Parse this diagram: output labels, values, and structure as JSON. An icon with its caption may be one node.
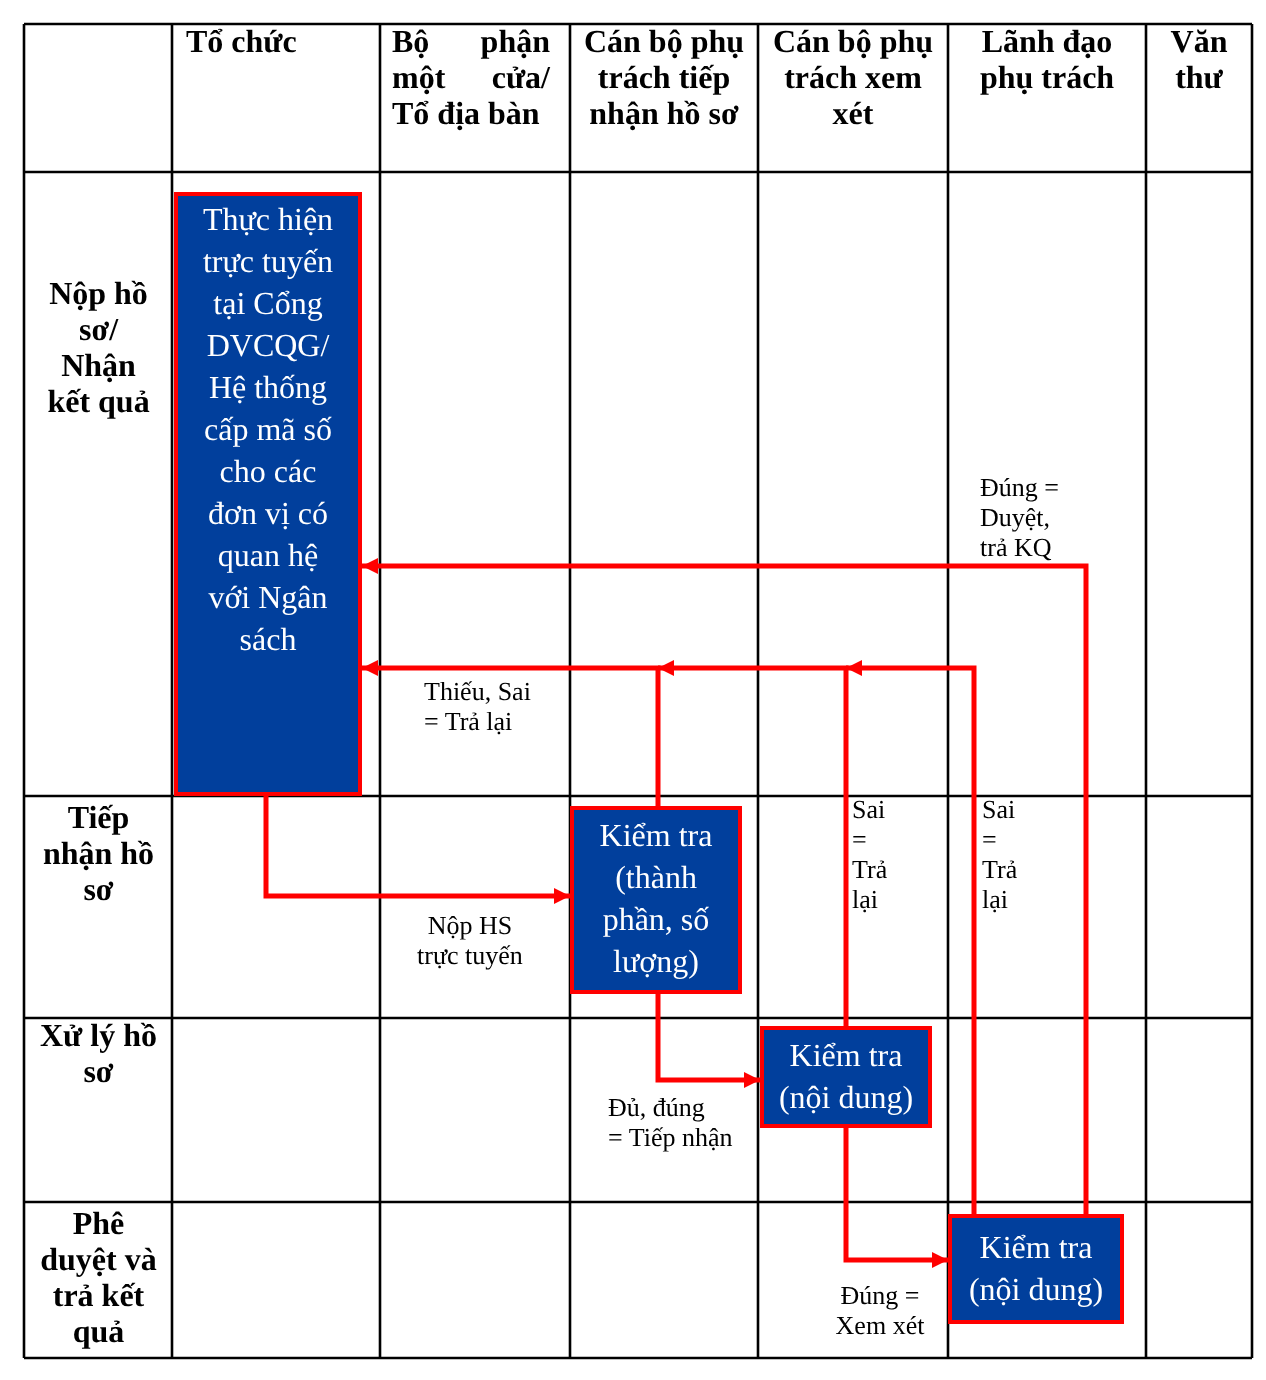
{
  "diagram": {
    "nodes": [
      {
        "text": [
          "Thực hiện trực tuyến tại Cổng DVCQG/ Hệ thống cấp mã số cho các đơn vị có quan hệ với Ngân sách"
        ]
      },
      {
        "text": [
          "Kiểm tra (thành phần, số lượng)"
        ]
      },
      {
        "text": [
          "Kiểm tra (nội dung)"
        ]
      },
      {
        "text": [
          "Kiểm tra (nội dung)"
        ]
      }
    ],
    "edges": [
      {
        "from": 0,
        "to": 1,
        "arrow": "to",
        "label": "Nộp HS trực tuyến"
      },
      {
        "from": 1,
        "to": 2,
        "arrow": "to",
        "label": "Đủ, đúng = Tiếp nhận"
      },
      {
        "from": 2,
        "to": 3,
        "arrow": "to",
        "label": "Đúng = Xem xét"
      },
      {
        "from": 3,
        "to": 0,
        "arrow": "to",
        "label": "Đúng = Duyệt, trả KQ"
      },
      {
        "from": 1,
        "to": 0,
        "arrow": "to",
        "label": "Thiếu, Sai = Trả lại"
      },
      {
        "from": 2,
        "to": 0,
        "arrow": "to",
        "label": "Sai = Trả lại"
      },
      {
        "from": 3,
        "to": 0,
        "arrow": "to",
        "label": "Sai = Trả lại"
      }
    ],
    "labels": [
      "Tổ chức",
      "Bộ phận một cửa/ Tổ địa bàn",
      "Cán bộ phụ trách tiếp nhận hồ sơ",
      "Cán bộ phụ trách xem xét",
      "Lãnh đạo phụ trách",
      "Văn thư",
      "Nộp hồ sơ/ Nhận kết quả",
      "Tiếp nhận hồ sơ",
      "Xử lý hồ sơ",
      "Phê duyệt và trả kết quả"
    ]
  }
}
